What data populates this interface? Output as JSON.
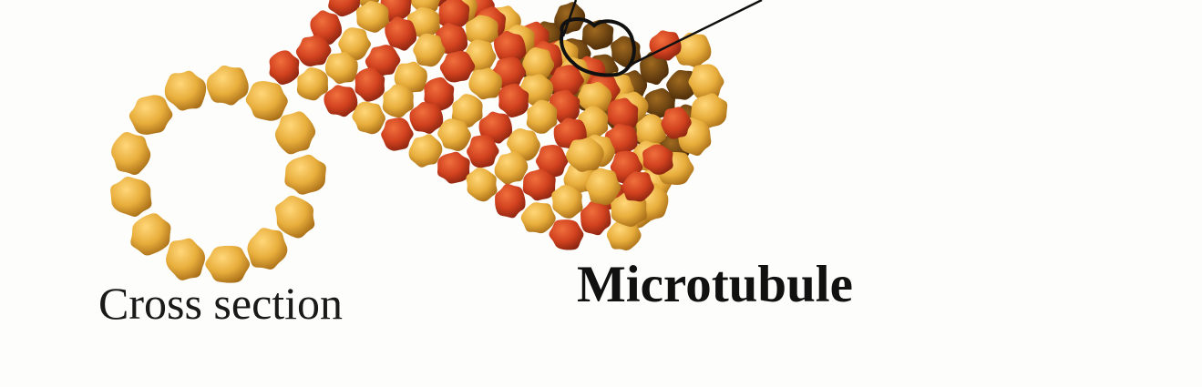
{
  "labels": {
    "cross_section": "Cross section",
    "microtubule": "Microtubule"
  },
  "colors": {
    "alpha_tubulin": "#e8b040",
    "beta_tubulin": "#d8452a",
    "background": "#fdfdfb",
    "callout_line": "#111111"
  },
  "structure": {
    "cross_section_subunits": 13,
    "protofilament_pattern": "alternating alpha/beta tubulin dimers"
  }
}
